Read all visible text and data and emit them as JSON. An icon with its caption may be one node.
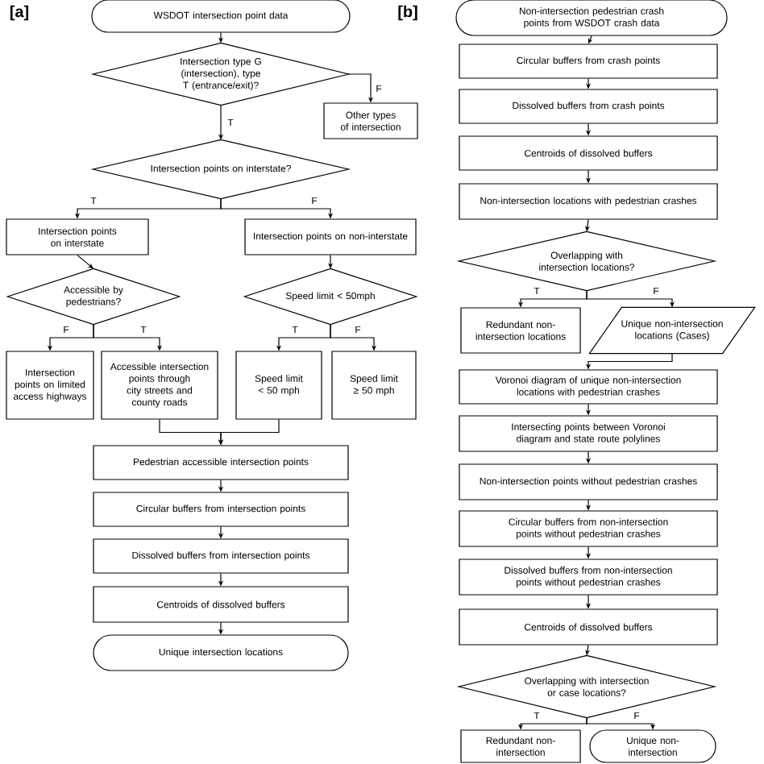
{
  "diagram": {
    "nodes": [
      {
        "text": [
          "WSDOT intersection point data"
        ]
      },
      {
        "text": [
          "Intersection type G (intersection), type T (entrance/exit)?"
        ]
      },
      {
        "text": [
          "Other types of intersection"
        ]
      },
      {
        "text": [
          "Intersection points on interstate?"
        ]
      },
      {
        "text": [
          "Intersection points on interstate"
        ]
      },
      {
        "text": [
          "Intersection points on non-interstate"
        ]
      },
      {
        "text": [
          "Accessible by pedestrians?"
        ]
      },
      {
        "text": [
          "Speed limit < 50mph"
        ]
      },
      {
        "text": [
          "Intersection points on limited access highways"
        ]
      },
      {
        "text": [
          "Accessible intersection points through city streets and county roads"
        ]
      },
      {
        "text": [
          "Speed limit < 50 mph"
        ]
      },
      {
        "text": [
          "Speed limit ≥ 50 mph"
        ]
      },
      {
        "text": [
          "Pedestrian accessible intersection points"
        ]
      },
      {
        "text": [
          "Circular buffers from intersection points"
        ]
      },
      {
        "text": [
          "Dissolved buffers from intersection points"
        ]
      },
      {
        "text": [
          "Centroids of dissolved buffers"
        ]
      },
      {
        "text": [
          "Unique intersection locations"
        ]
      },
      {
        "text": [
          "Non-intersection pedestrian crash points from WSDOT crash data"
        ]
      },
      {
        "text": [
          "Circular buffers from crash points"
        ]
      },
      {
        "text": [
          "Dissolved buffers from crash points"
        ]
      },
      {
        "text": [
          "Centroids of dissolved buffers"
        ]
      },
      {
        "text": [
          "Non-intersection locations with pedestrian crashes"
        ]
      },
      {
        "text": [
          "Overlapping with intersection locations?"
        ]
      },
      {
        "text": [
          "Redundant non-intersection locations"
        ]
      },
      {
        "text": [
          "Unique non-intersection locations (Cases)"
        ]
      },
      {
        "text": [
          "Voronoi diagram of unique non-intersection locations with pedestrian crashes"
        ]
      },
      {
        "text": [
          "Intersecting points between Voronoi diagram and state route polylines"
        ]
      },
      {
        "text": [
          "Non-intersection points without pedestrian crashes"
        ]
      },
      {
        "text": [
          "Circular buffers from non-intersection points without pedestrian crashes"
        ]
      },
      {
        "text": [
          "Dissolved buffers from non-intersection points without pedestrian crashes"
        ]
      },
      {
        "text": [
          "Centroids of dissolved buffers"
        ]
      },
      {
        "text": [
          "Overlapping with intersection or case locations?"
        ]
      },
      {
        "text": [
          "Redundant non-intersection"
        ]
      },
      {
        "text": [
          "Unique non-intersection"
        ]
      }
    ],
    "edges": [
      {
        "from": 0,
        "to": 1,
        "arrow": "to"
      },
      {
        "from": 1,
        "to": 2,
        "arrow": "to",
        "label": "F"
      },
      {
        "from": 1,
        "to": 3,
        "arrow": "to",
        "label": "T"
      },
      {
        "from": 3,
        "to": 4,
        "arrow": "to",
        "label": "T"
      },
      {
        "from": 3,
        "to": 5,
        "arrow": "to",
        "label": "F"
      },
      {
        "from": 4,
        "to": 6,
        "arrow": "to"
      },
      {
        "from": 5,
        "to": 7,
        "arrow": "to"
      },
      {
        "from": 6,
        "to": 8,
        "arrow": "to",
        "label": "F"
      },
      {
        "from": 6,
        "to": 9,
        "arrow": "to",
        "label": "T"
      },
      {
        "from": 7,
        "to": 10,
        "arrow": "to",
        "label": "T"
      },
      {
        "from": 7,
        "to": 11,
        "arrow": "to",
        "label": "F"
      },
      {
        "from": 9,
        "to": 12,
        "arrow": "to"
      },
      {
        "from": 10,
        "to": 12,
        "arrow": "to"
      },
      {
        "from": 12,
        "to": 13,
        "arrow": "to"
      },
      {
        "from": 13,
        "to": 14,
        "arrow": "to"
      },
      {
        "from": 14,
        "to": 15,
        "arrow": "to"
      },
      {
        "from": 15,
        "to": 16,
        "arrow": "to"
      },
      {
        "from": 17,
        "to": 18,
        "arrow": "to"
      },
      {
        "from": 18,
        "to": 19,
        "arrow": "to"
      },
      {
        "from": 19,
        "to": 20,
        "arrow": "to"
      },
      {
        "from": 20,
        "to": 21,
        "arrow": "to"
      },
      {
        "from": 21,
        "to": 22,
        "arrow": "to"
      },
      {
        "from": 22,
        "to": 23,
        "arrow": "to",
        "label": "T"
      },
      {
        "from": 22,
        "to": 24,
        "arrow": "to",
        "label": "F"
      },
      {
        "from": 24,
        "to": 25,
        "arrow": "to"
      },
      {
        "from": 25,
        "to": 26,
        "arrow": "to"
      },
      {
        "from": 26,
        "to": 27,
        "arrow": "to"
      },
      {
        "from": 27,
        "to": 28,
        "arrow": "to"
      },
      {
        "from": 28,
        "to": 29,
        "arrow": "to"
      },
      {
        "from": 29,
        "to": 30,
        "arrow": "to"
      },
      {
        "from": 30,
        "to": 31,
        "arrow": "to"
      },
      {
        "from": 31,
        "to": 32,
        "arrow": "to",
        "label": "T"
      },
      {
        "from": 31,
        "to": 33,
        "arrow": "to",
        "label": "F"
      }
    ],
    "labels": [
      "[a]",
      "[b]"
    ]
  }
}
